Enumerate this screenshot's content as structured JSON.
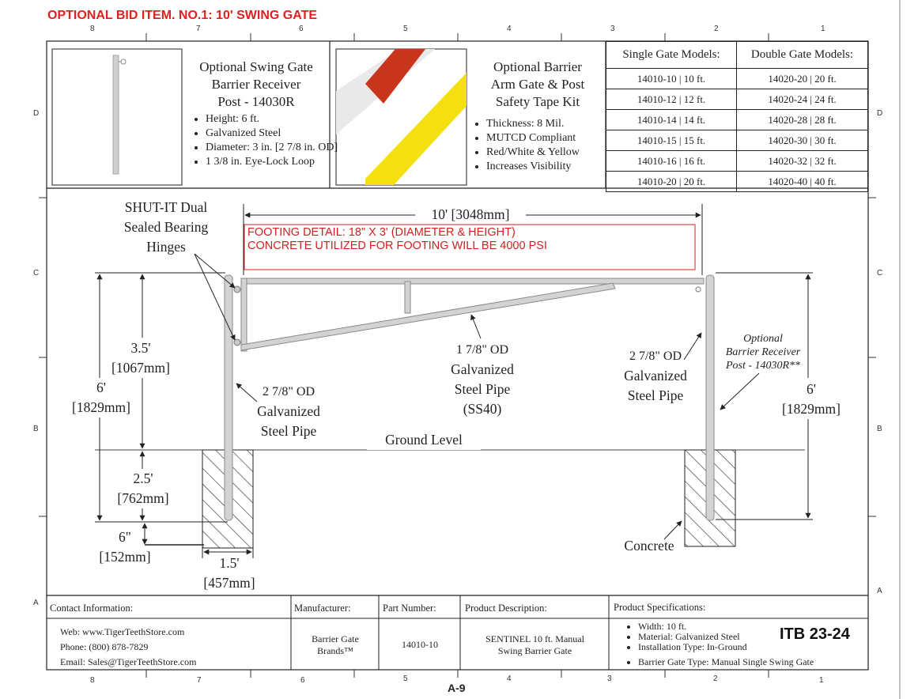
{
  "title": "OPTIONAL BID ITEM. NO.1: 10' SWING GATE",
  "grid": {
    "columns": [
      "8",
      "7",
      "6",
      "5",
      "4",
      "3",
      "2",
      "1"
    ],
    "rows": [
      "D",
      "C",
      "B",
      "A"
    ]
  },
  "receiver_post": {
    "title_lines": [
      "Optional Swing Gate",
      "Barrier Receiver",
      "Post - 14030R"
    ],
    "bullets": [
      "Height: 6 ft.",
      "Galvanized Steel",
      "Diameter: 3 in. [2 7/8 in. OD]",
      "1 3/8 in. Eye-Lock Loop"
    ]
  },
  "tape_kit": {
    "title_lines": [
      "Optional Barrier",
      "Arm Gate & Post",
      "Safety Tape Kit"
    ],
    "bullets": [
      "Thickness: 8 Mil.",
      "MUTCD Compliant",
      "Red/White & Yellow",
      "Increases Visibility"
    ],
    "colors": {
      "red": "#c8341c",
      "white": "#f2f2f2",
      "yellow": "#f4e010"
    }
  },
  "models": {
    "single_header": "Single Gate Models:",
    "double_header": "Double Gate Models:",
    "single": [
      "14010-10  |  10 ft.",
      "14010-12  |  12 ft.",
      "14010-14  |  14 ft.",
      "14010-15  |  15 ft.",
      "14010-16  |  16 ft.",
      "14010-20  |  20 ft."
    ],
    "double": [
      "14020-20  |  20 ft.",
      "14020-24  |  24 ft.",
      "14020-28  |  28 ft.",
      "14020-30  |  30 ft.",
      "14020-32  |  32 ft.",
      "14020-40  |  40 ft."
    ]
  },
  "drawing": {
    "hinges_lines": [
      "SHUT-IT Dual",
      "Sealed Bearing",
      "Hinges"
    ],
    "width_dim": "10' [3048mm]",
    "footing_note_lines": [
      "FOOTING DETAIL: 18\" X 3' (DIAMETER & HEIGHT)",
      "CONCRETE UTILIZED FOR FOOTING WILL BE 4000 PSI"
    ],
    "dim_35_lines": [
      "3.5'",
      "[1067mm]"
    ],
    "dim_6_left_lines": [
      "6'",
      "[1829mm]"
    ],
    "dim_25_lines": [
      "2.5'",
      "[762mm]"
    ],
    "dim_6in_lines": [
      "6\"",
      "[152mm]"
    ],
    "dim_15_lines": [
      "1.5'",
      "[457mm]"
    ],
    "dim_6_right_lines": [
      "6'",
      "[1829mm]"
    ],
    "left_pipe_lines": [
      "2 7/8\" OD",
      "Galvanized",
      "Steel Pipe"
    ],
    "center_pipe_lines": [
      "1 7/8\" OD",
      "Galvanized",
      "Steel Pipe",
      "(SS40)"
    ],
    "right_pipe_lines": [
      "2 7/8\" OD",
      "Galvanized",
      "Steel Pipe"
    ],
    "receiver_note_lines": [
      "Optional",
      "Barrier Receiver",
      "Post - 14030R**"
    ],
    "ground_level": "Ground Level",
    "concrete": "Concrete"
  },
  "title_block": {
    "contact_header": "Contact Information:",
    "contact_lines": [
      "Web: www.TigerTeethStore.com",
      "Phone: (800) 878-7829",
      "Email: Sales@TigerTeethStore.com"
    ],
    "manufacturer_header": "Manufacturer:",
    "manufacturer_lines": [
      "Barrier Gate",
      "Brands™"
    ],
    "part_header": "Part Number:",
    "part_number": "14010-10",
    "description_header": "Product Description:",
    "description_lines": [
      "SENTINEL 10 ft. Manual",
      "Swing Barrier Gate"
    ],
    "specs_header": "Product Specifications:",
    "specs": [
      "Width: 10 ft.",
      "Material: Galvanized Steel",
      "Installation Type: In-Ground",
      "Barrier Gate Type: Manual Single Swing Gate"
    ],
    "itb": "ITB 23-24"
  },
  "page_number": "A-9"
}
